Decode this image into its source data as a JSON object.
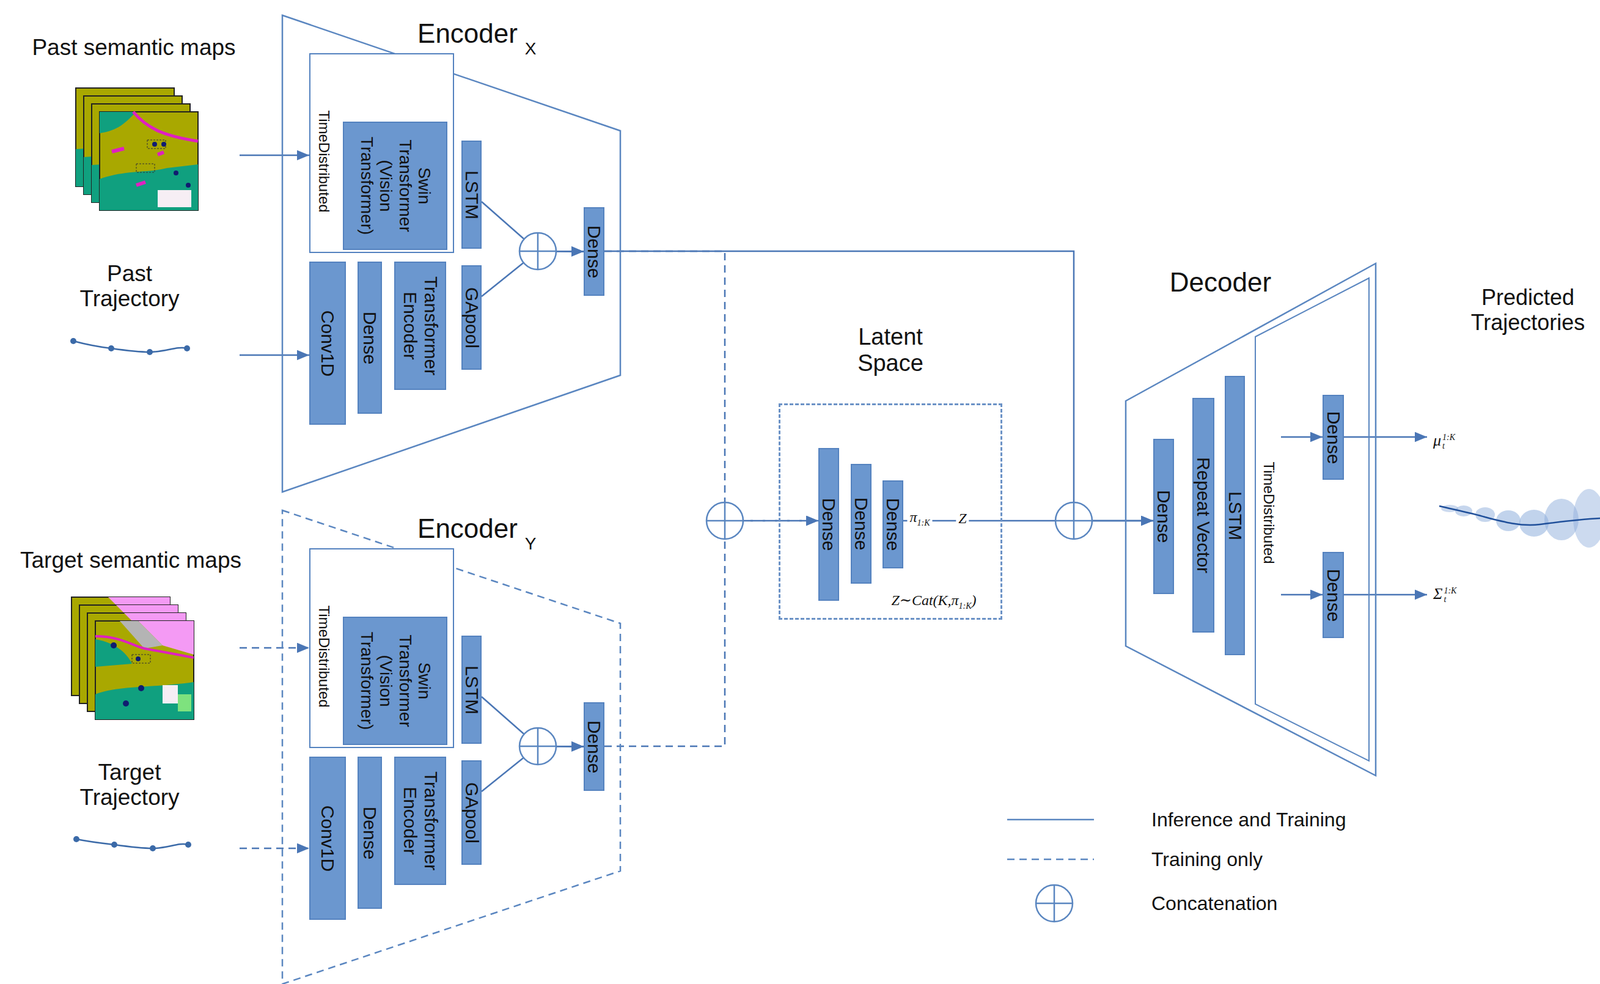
{
  "diagram": {
    "nodes": [
      {
        "text": [
          "Past semantic maps"
        ]
      },
      {
        "text": [
          "Past Trajectory"
        ]
      },
      {
        "text": [
          "Encoder",
          "X"
        ]
      },
      {
        "text": [
          "TimeDistributed"
        ],
        "in": 2
      },
      {
        "text": [
          "Swin Transformer (Vision Transformer)"
        ],
        "in": 3
      },
      {
        "text": [
          "LSTM"
        ],
        "in": 2
      },
      {
        "text": [
          "GApool"
        ],
        "in": 2
      },
      {
        "text": [
          "Conv1D"
        ],
        "in": 2
      },
      {
        "text": [
          "Dense"
        ],
        "in": 2
      },
      {
        "text": [
          "Transformer Encoder"
        ],
        "in": 2
      },
      {
        "text": [
          "Dense"
        ],
        "in": 2
      },
      {
        "text": [
          "Target semantic maps"
        ]
      },
      {
        "text": [
          "Target Trajectory"
        ]
      },
      {
        "text": [
          "Encoder",
          "Y"
        ]
      },
      {
        "text": [
          "TimeDistributed"
        ],
        "in": 13
      },
      {
        "text": [
          "Swin Transformer (Vision Transformer)"
        ],
        "in": 14
      },
      {
        "text": [
          "LSTM"
        ],
        "in": 13
      },
      {
        "text": [
          "GApool"
        ],
        "in": 13
      },
      {
        "text": [
          "Conv1D"
        ],
        "in": 13
      },
      {
        "text": [
          "Dense"
        ],
        "in": 13
      },
      {
        "text": [
          "Transformer Encoder"
        ],
        "in": 13
      },
      {
        "text": [
          "Dense"
        ],
        "in": 13
      },
      {
        "text": [
          "Latent Space"
        ]
      },
      {
        "text": [
          "Dense"
        ],
        "in": 22
      },
      {
        "text": [
          "Dense"
        ],
        "in": 22
      },
      {
        "text": [
          "Dense"
        ],
        "in": 22
      },
      {
        "text": [
          "Decoder"
        ]
      },
      {
        "text": [
          "Dense"
        ],
        "in": 26
      },
      {
        "text": [
          "Repeat Vector"
        ],
        "in": 26
      },
      {
        "text": [
          "LSTM"
        ],
        "in": 26
      },
      {
        "text": [
          "TimeDistributed"
        ],
        "in": 26
      },
      {
        "text": [
          "Dense"
        ],
        "in": 30
      },
      {
        "text": [
          "Dense"
        ],
        "in": 30
      }
    ],
    "edges": [
      {
        "from": 0,
        "to": 3,
        "arrow": "to"
      },
      {
        "from": 1,
        "to": 7,
        "arrow": "to"
      },
      {
        "from": 5,
        "to": 10,
        "arrow": "to"
      },
      {
        "from": 6,
        "to": 10,
        "arrow": "to"
      },
      {
        "from": 10,
        "to": 23,
        "arrow": "to"
      },
      {
        "from": 10,
        "to": 27,
        "arrow": "to"
      },
      {
        "from": 11,
        "to": 14,
        "arrow": "to"
      },
      {
        "from": 12,
        "to": 18,
        "arrow": "to"
      },
      {
        "from": 16,
        "to": 21,
        "arrow": "to"
      },
      {
        "from": 17,
        "to": 21,
        "arrow": "to"
      },
      {
        "from": 21,
        "to": 23,
        "arrow": "to"
      },
      {
        "from": 25,
        "to": 27,
        "arrow": "to"
      }
    ],
    "labels": [
      "π",
      "1:K",
      "Z",
      "Z∼Cat(K,π",
      "1:K",
      ")",
      "μ",
      "t",
      "1:K",
      "Σ",
      "t",
      "1:K",
      "Predicted Trajectories"
    ],
    "legend": [
      {
        "text": "Inference and Training"
      },
      {
        "text": "Training only"
      },
      {
        "text": "Concatenation"
      }
    ]
  }
}
